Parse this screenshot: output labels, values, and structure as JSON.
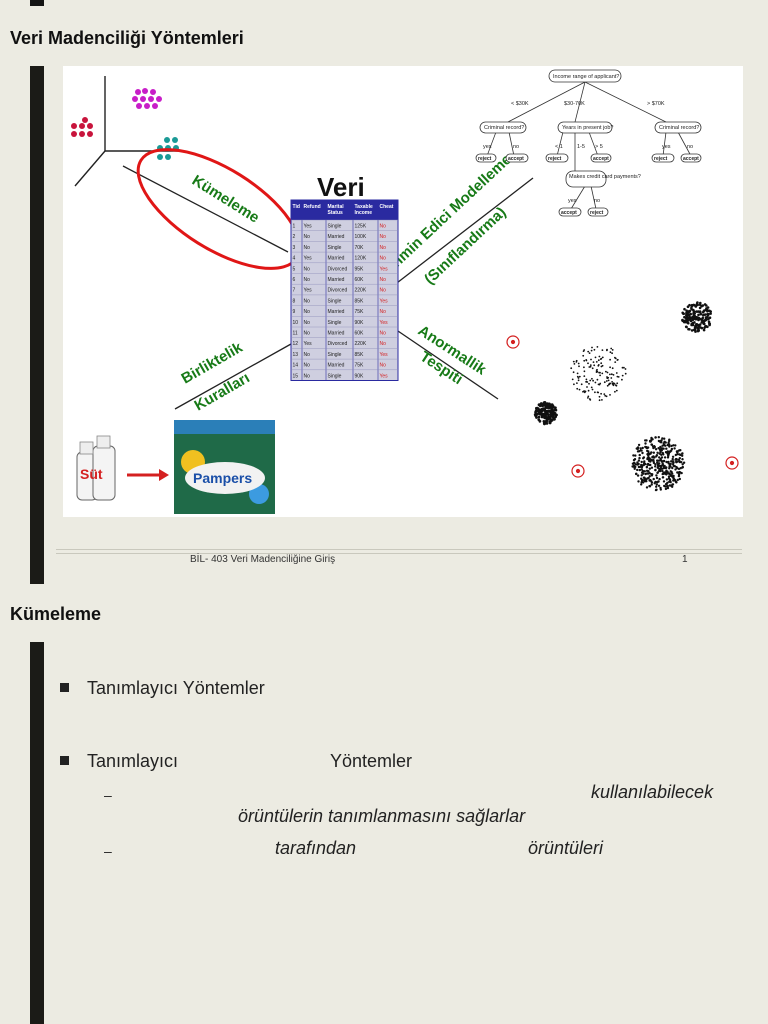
{
  "slide1": {
    "title": "Veri Madenciliği Yöntemleri",
    "figure": {
      "center_label": "Veri",
      "clustering_label": "Kümeleme",
      "predictive_label_1": "Tahmin Edici Modelleme",
      "predictive_label_2": "(Sınıflandırma)",
      "association_label_1": "Birliktelik",
      "association_label_2": "Kuralları",
      "anomaly_label_1": "Anormallik",
      "anomaly_label_2": "Tespiti",
      "milk_label": "Süt",
      "diapers_label": "Pampers",
      "table": {
        "headers": [
          "Tid",
          "Refund",
          "Marital Status",
          "Taxable Income",
          "Cheat"
        ],
        "rows": [
          [
            "1",
            "Yes",
            "Single",
            "125K",
            "No"
          ],
          [
            "2",
            "No",
            "Married",
            "100K",
            "No"
          ],
          [
            "3",
            "No",
            "Single",
            "70K",
            "No"
          ],
          [
            "4",
            "Yes",
            "Married",
            "120K",
            "No"
          ],
          [
            "5",
            "No",
            "Divorced",
            "95K",
            "Yes"
          ],
          [
            "6",
            "No",
            "Married",
            "60K",
            "No"
          ],
          [
            "7",
            "Yes",
            "Divorced",
            "220K",
            "No"
          ],
          [
            "8",
            "No",
            "Single",
            "85K",
            "Yes"
          ],
          [
            "9",
            "No",
            "Married",
            "75K",
            "No"
          ],
          [
            "10",
            "No",
            "Single",
            "90K",
            "Yes"
          ],
          [
            "11",
            "No",
            "Married",
            "60K",
            "No"
          ],
          [
            "12",
            "Yes",
            "Divorced",
            "220K",
            "No"
          ],
          [
            "13",
            "No",
            "Single",
            "85K",
            "Yes"
          ],
          [
            "14",
            "No",
            "Married",
            "75K",
            "No"
          ],
          [
            "15",
            "No",
            "Single",
            "90K",
            "Yes"
          ]
        ]
      },
      "tree": {
        "root": "Income range of applicant?",
        "branch_left": "< $30K",
        "branch_mid": "$30-70K",
        "branch_right": "> $70K",
        "node_left": "Criminal record?",
        "node_mid": "Years in present job?",
        "node_right": "Criminal record?",
        "node_bottom": "Makes credit card payments?",
        "yes": "yes",
        "no": "no",
        "lt1": "< 1",
        "gt5": "> 5",
        "range": "1-5",
        "accept": "accept",
        "reject": "reject"
      }
    },
    "footer": {
      "course": "BİL- 403 Veri Madenciliğine Giriş",
      "page": "1"
    }
  },
  "slide2": {
    "title": "Kümeleme",
    "bullet1": "Tanımlayıcı Yöntemler",
    "bullet2_a": "Tanımlayıcı",
    "bullet2_b": "Yöntemler",
    "sub1_dash": "–",
    "sub1_a": "kullanılabilecek",
    "sub1_b": "örüntülerin tanımlanmasını sağlarlar",
    "sub2_dash": "–",
    "sub2_a": "tarafından",
    "sub2_b": "örüntüleri"
  },
  "colors": {
    "background": "#ecebe2",
    "accent_bar": "#1b1b17",
    "label_green": "#177a17",
    "ellipse_red": "#e01616",
    "table_blue": "#2a2aa0"
  }
}
